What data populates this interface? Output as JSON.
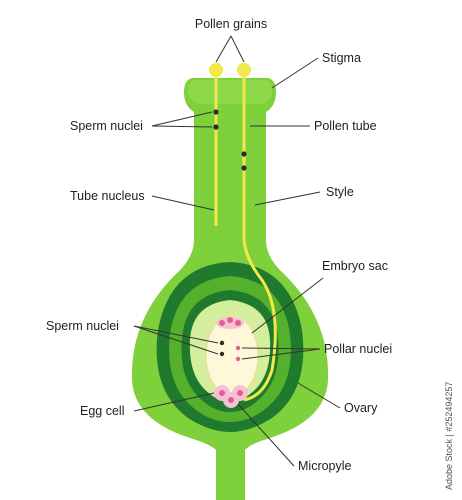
{
  "labels": {
    "pollen_grains": "Pollen grains",
    "stigma": "Stigma",
    "sperm_nuclei_top": "Sperm nuclei",
    "pollen_tube": "Pollen tube",
    "tube_nucleus": "Tube nucleus",
    "style": "Style",
    "embryo_sac": "Embryo sac",
    "sperm_nuclei_bottom": "Sperm nuclei",
    "pollar_nuclei": "Pollar nuclei",
    "egg_cell": "Egg cell",
    "ovary": "Ovary",
    "micropyle": "Micropyle"
  },
  "watermark": "Adobe Stock | #252494257",
  "colors": {
    "light_green": "#7fd13b",
    "mid_green": "#55b02c",
    "dark_green": "#1f7a2d",
    "pale_green": "#d3ee9d",
    "cream": "#fff8d8",
    "yellow": "#f1e84a",
    "pink": "#f4c1d6",
    "nucleus_dot": "#2b2b2b"
  }
}
